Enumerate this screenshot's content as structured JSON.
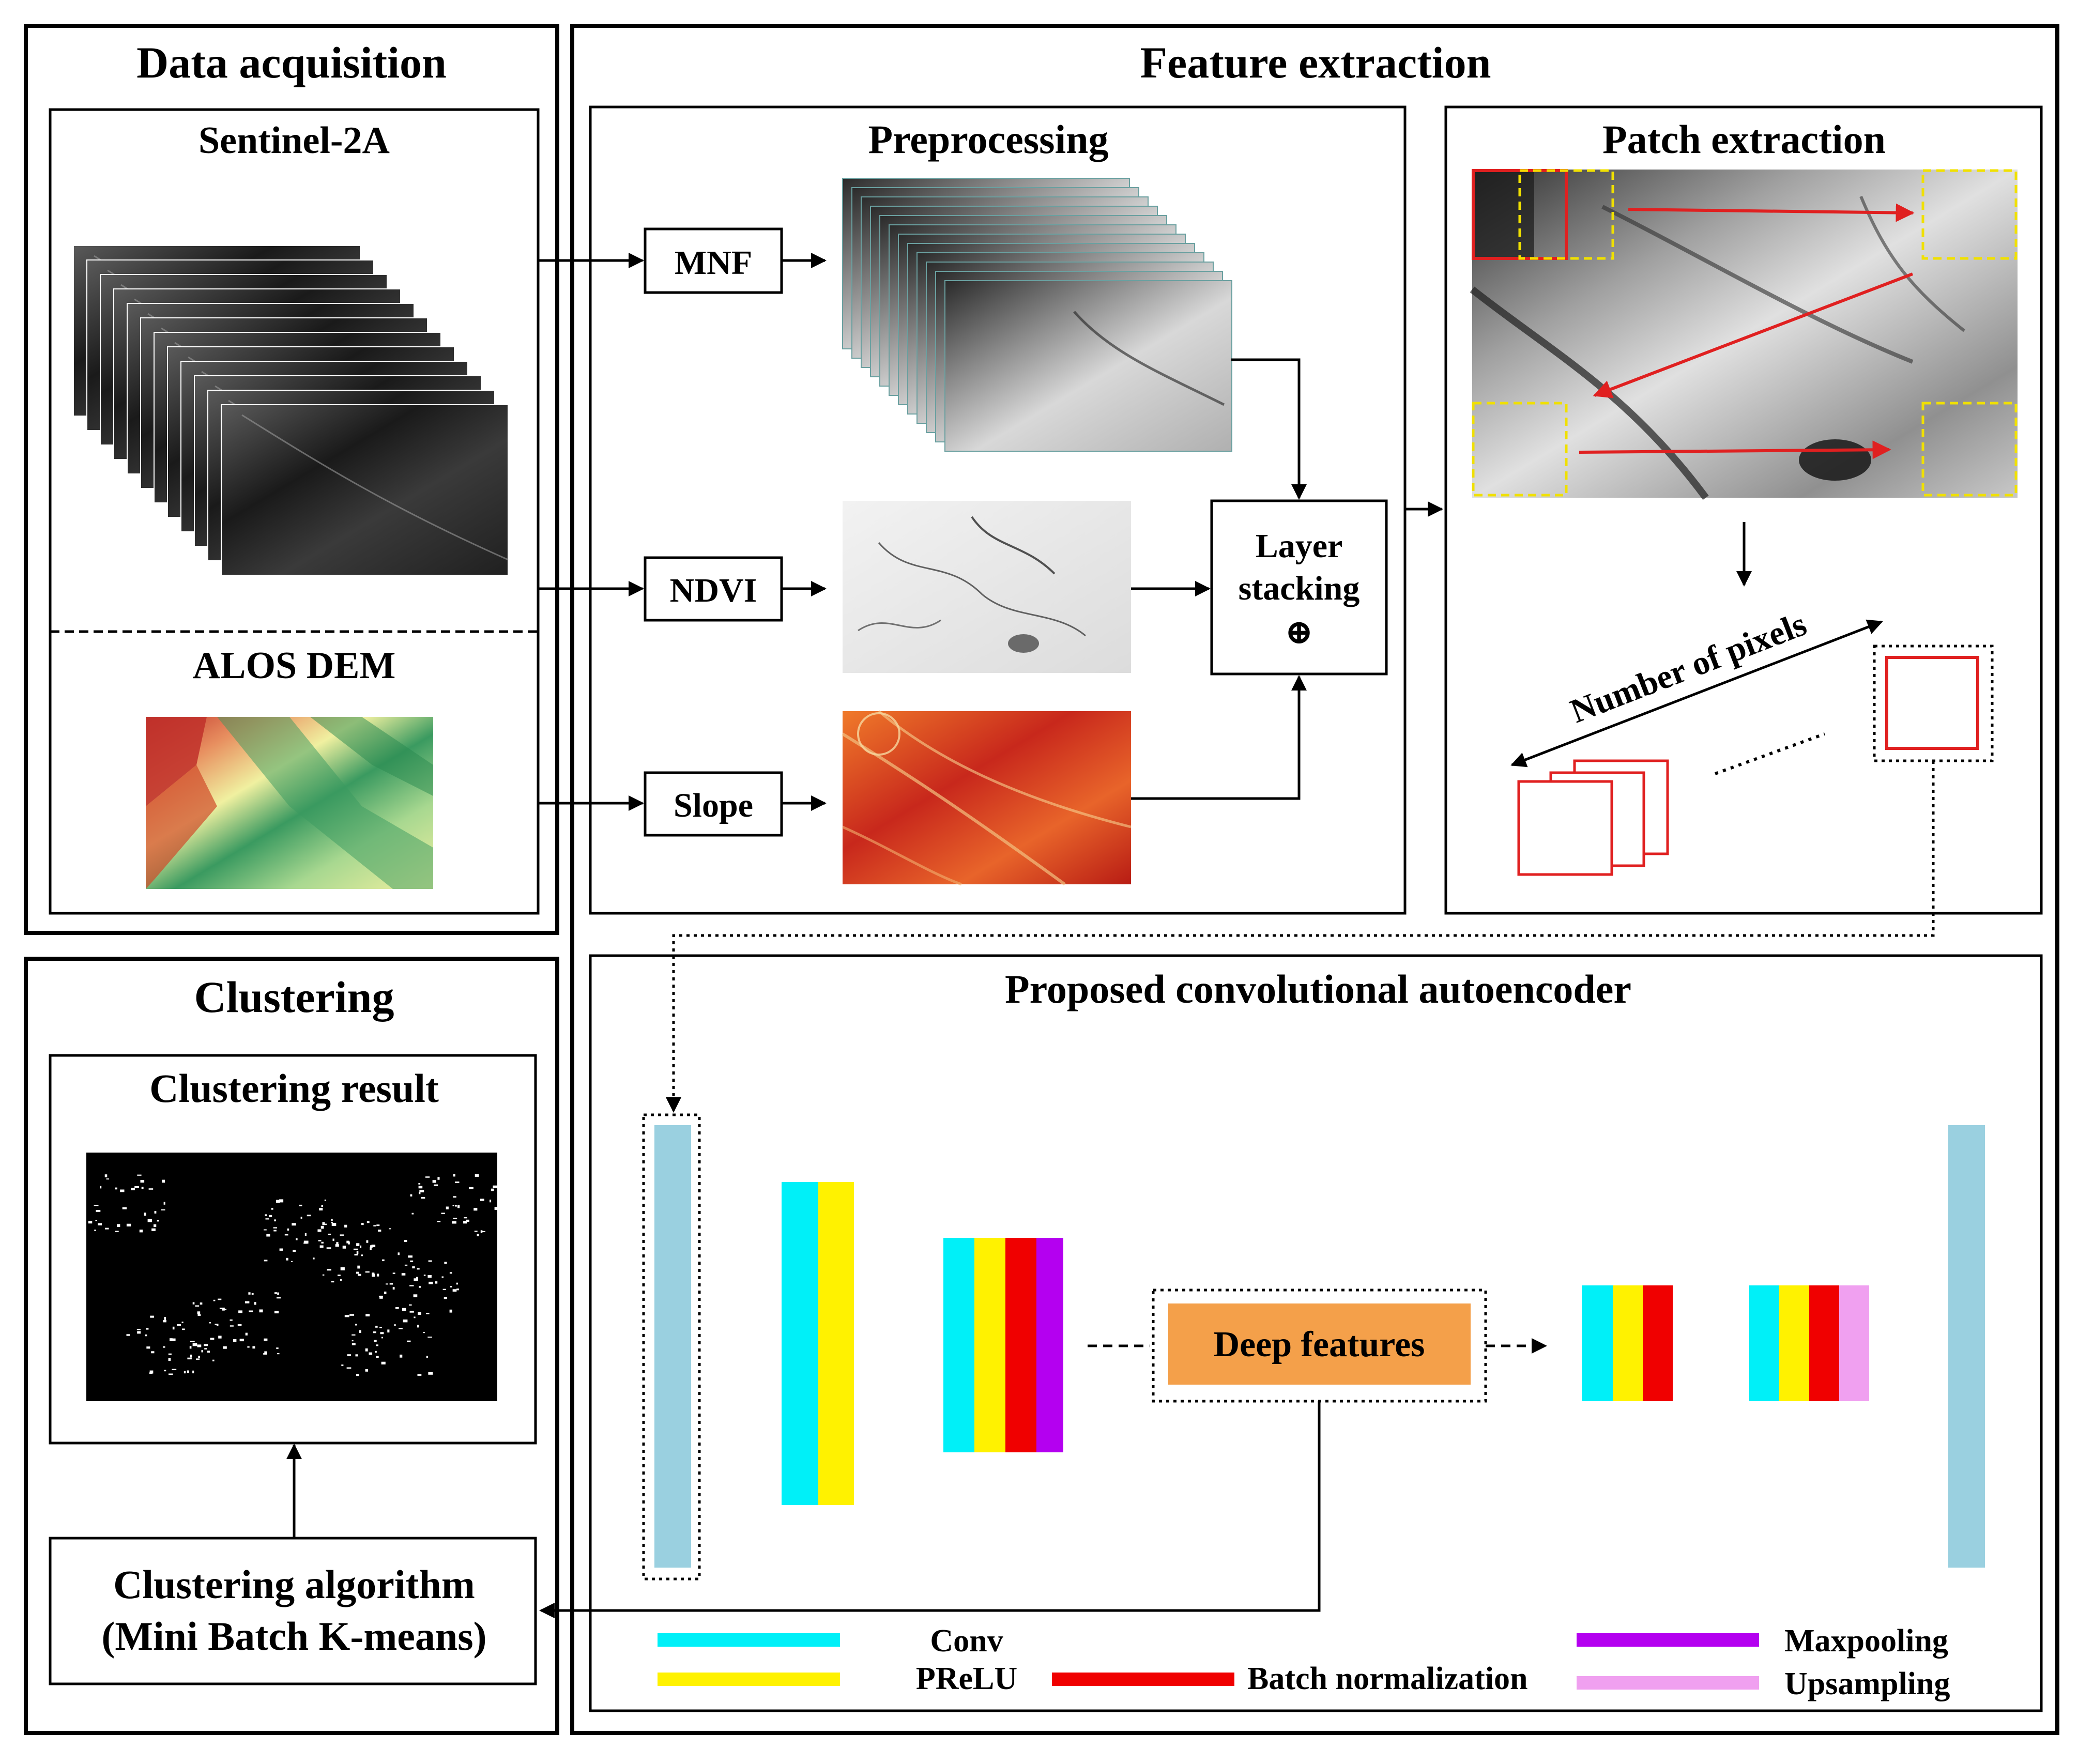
{
  "sections": {
    "data_acquisition": "Data acquisition",
    "feature_extraction": "Feature extraction",
    "clustering": "Clustering"
  },
  "data_acquisition": {
    "sentinel_label": "Sentinel-2A",
    "alos_label": "ALOS DEM"
  },
  "preprocessing": {
    "title": "Preprocessing",
    "mnf": "MNF",
    "ndvi": "NDVI",
    "slope": "Slope",
    "layer_stacking_line1": "Layer",
    "layer_stacking_line2": "stacking",
    "layer_stacking_symbol": "⊕"
  },
  "patch_extraction": {
    "title": "Patch extraction",
    "number_of_pixels": "Number of pixels"
  },
  "autoencoder": {
    "title": "Proposed convolutional autoencoder",
    "deep_features": "Deep features"
  },
  "clustering": {
    "result_title": "Clustering result",
    "algorithm_line1": "Clustering algorithm",
    "algorithm_line2": "(Mini Batch K-means)"
  },
  "legend": {
    "conv": "Conv",
    "prelu": "PReLU",
    "batch_norm": "Batch normalization",
    "maxpooling": "Maxpooling",
    "upsampling": "Upsampling"
  },
  "colors": {
    "conv": "#00f0f8",
    "prelu": "#fff200",
    "batch_norm": "#f00000",
    "maxpooling": "#b400f0",
    "upsampling": "#f0a0f0",
    "input_output": "#9ad0e0",
    "deep_features": "#f4a04a",
    "patch_arrow": "#e02020",
    "patch_window": "#f0e000"
  }
}
